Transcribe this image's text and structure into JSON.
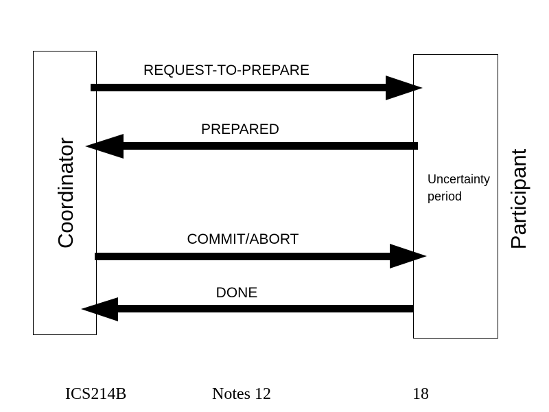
{
  "participants": {
    "coordinator": "Coordinator",
    "participant": "Participant"
  },
  "messages": [
    {
      "label": "REQUEST-TO-PREPARE",
      "direction": "to-participant"
    },
    {
      "label": "PREPARED",
      "direction": "to-coordinator"
    },
    {
      "label": "COMMIT/ABORT",
      "direction": "to-participant"
    },
    {
      "label": "DONE",
      "direction": "to-coordinator"
    }
  ],
  "uncertainty_note": {
    "line1": "Uncertainty",
    "line2": "period"
  },
  "footer": {
    "course": "ICS214B",
    "notes": "Notes 12",
    "page": "18"
  },
  "colors": {
    "ink": "#000000",
    "background": "#ffffff"
  }
}
